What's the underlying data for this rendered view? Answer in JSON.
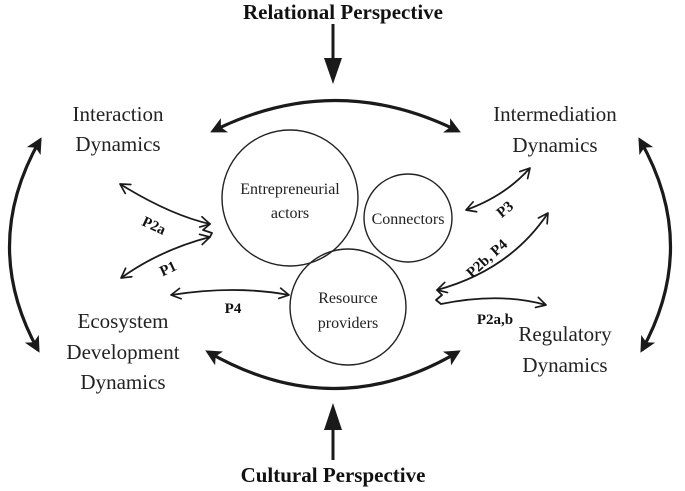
{
  "diagram": {
    "perspectives": {
      "top": "Relational Perspective",
      "bottom": "Cultural Perspective"
    },
    "dynamics": {
      "interaction": [
        "Interaction",
        "Dynamics"
      ],
      "intermediation": [
        "Intermediation",
        "Dynamics"
      ],
      "ecosystem_development": [
        "Ecosystem",
        "Development",
        "Dynamics"
      ],
      "regulatory": [
        "Regulatory",
        "Dynamics"
      ]
    },
    "actors": {
      "entrepreneurial": [
        "Entrepreneurial",
        "actors"
      ],
      "connectors": [
        "Connectors"
      ],
      "resource_providers": [
        "Resource",
        "providers"
      ]
    },
    "propositions": {
      "p2a": "P2a",
      "p1": "P1",
      "p4_left": "P4",
      "p3": "P3",
      "p2b_p4": "P2b, P4",
      "p2ab": "P2a,b"
    },
    "colors": {
      "ink": "#1a1a1a",
      "text": "#222222",
      "background": "#ffffff"
    }
  }
}
